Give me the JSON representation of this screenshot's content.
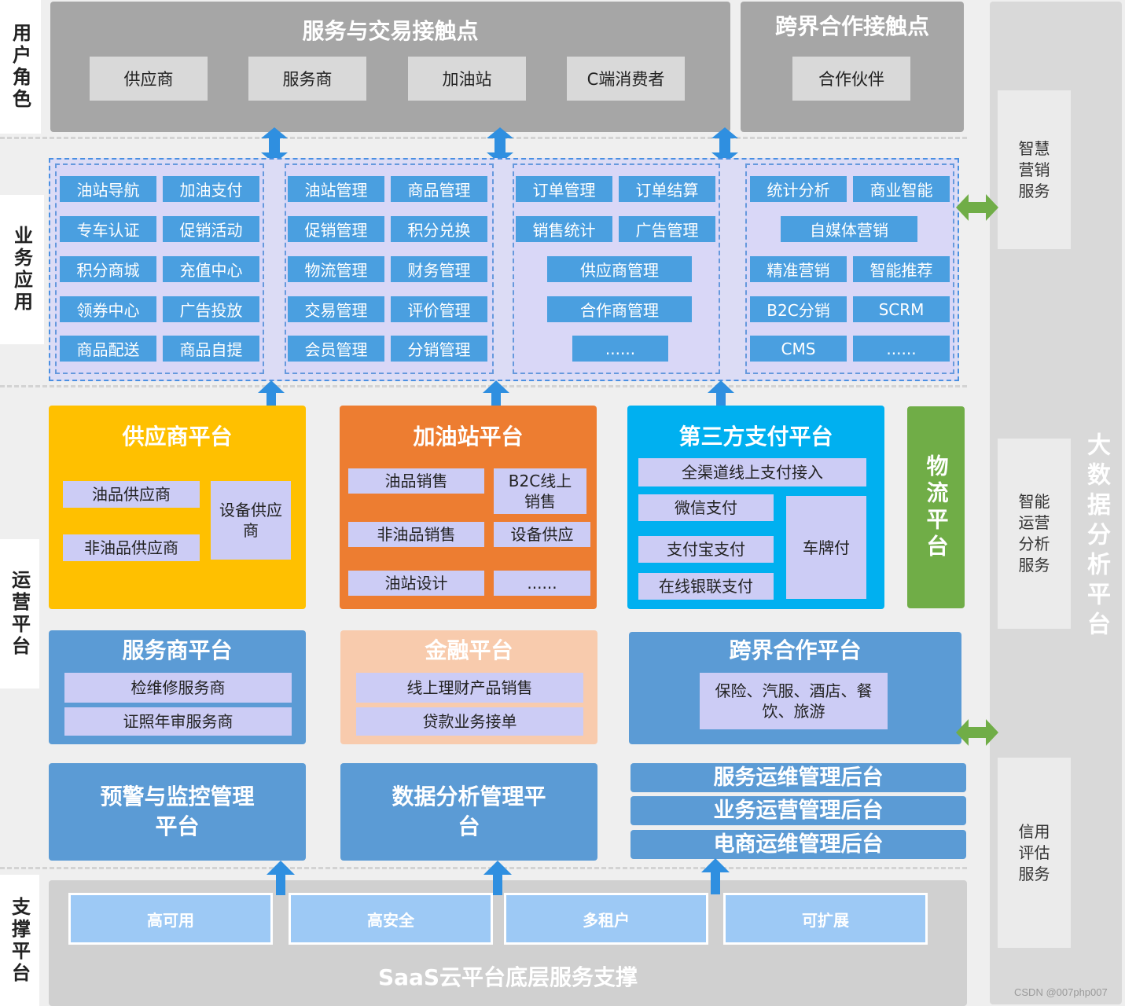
{
  "side_labels": {
    "user_roles": "用户角色",
    "business_apps": "业务应用",
    "operation_platform": "运营平台",
    "support_platform": "支撑平台"
  },
  "top": {
    "service_title": "服务与交易接触点",
    "service_roles": [
      "供应商",
      "服务商",
      "加油站",
      "C端消费者"
    ],
    "cross_title": "跨界合作接触点",
    "cross_roles": [
      "合作伙伴"
    ]
  },
  "apps": {
    "col1": [
      "油站导航",
      "加油支付",
      "专车认证",
      "促销活动",
      "积分商城",
      "充值中心",
      "领券中心",
      "广告投放",
      "商品配送",
      "商品自提"
    ],
    "col2": [
      "油站管理",
      "商品管理",
      "促销管理",
      "积分兑换",
      "物流管理",
      "财务管理",
      "交易管理",
      "评价管理",
      "会员管理",
      "分销管理"
    ],
    "col3": [
      "订单管理",
      "订单结算",
      "销售统计",
      "广告管理",
      "供应商管理",
      "合作商管理",
      "......"
    ],
    "col4": [
      "统计分析",
      "商业智能",
      "自媒体营销",
      "精准营销",
      "智能推荐",
      "B2C分销",
      "SCRM",
      "CMS",
      "......"
    ]
  },
  "platforms": {
    "supplier": {
      "title": "供应商平台",
      "items": [
        "油品供应商",
        "非油品供应商",
        "设备供应商"
      ]
    },
    "gas": {
      "title": "加油站平台",
      "items": [
        "油品销售",
        "B2C线上销售",
        "非油品销售",
        "设备供应",
        "油站设计",
        "......"
      ]
    },
    "payment": {
      "title": "第三方支付平台",
      "items": [
        "全渠道线上支付接入",
        "微信支付",
        "支付宝支付",
        "在线银联支付",
        "车牌付"
      ]
    },
    "logistics": {
      "title": "物流平台"
    },
    "service": {
      "title": "服务商平台",
      "items": [
        "检维修服务商",
        "证照年审服务商"
      ]
    },
    "finance": {
      "title": "金融平台",
      "items": [
        "线上理财产品销售",
        "贷款业务接单"
      ]
    },
    "cross": {
      "title": "跨界合作平台",
      "items": [
        "保险、汽服、酒店、餐饮、旅游"
      ]
    },
    "monitor": {
      "title": "预警与监控管理平台"
    },
    "data": {
      "title": "数据分析管理平台"
    },
    "backends": [
      "服务运维管理后台",
      "业务运营管理后台",
      "电商运维管理后台"
    ]
  },
  "support": {
    "items": [
      "高可用",
      "高安全",
      "多租户",
      "可扩展"
    ],
    "title": "SaaS云平台底层服务支撑"
  },
  "bigdata": {
    "title": "大数据分析平台",
    "services": [
      "智慧营销服务",
      "智能运营分析服务",
      "信用评估服务"
    ]
  },
  "watermark": "CSDN @007php007",
  "colors": {
    "supplier": "#ffc000",
    "gas": "#ed7d31",
    "payment": "#00b0f0",
    "logistics": "#70ad47",
    "blue_platform": "#5b9bd5",
    "finance": "#f8cbad"
  }
}
